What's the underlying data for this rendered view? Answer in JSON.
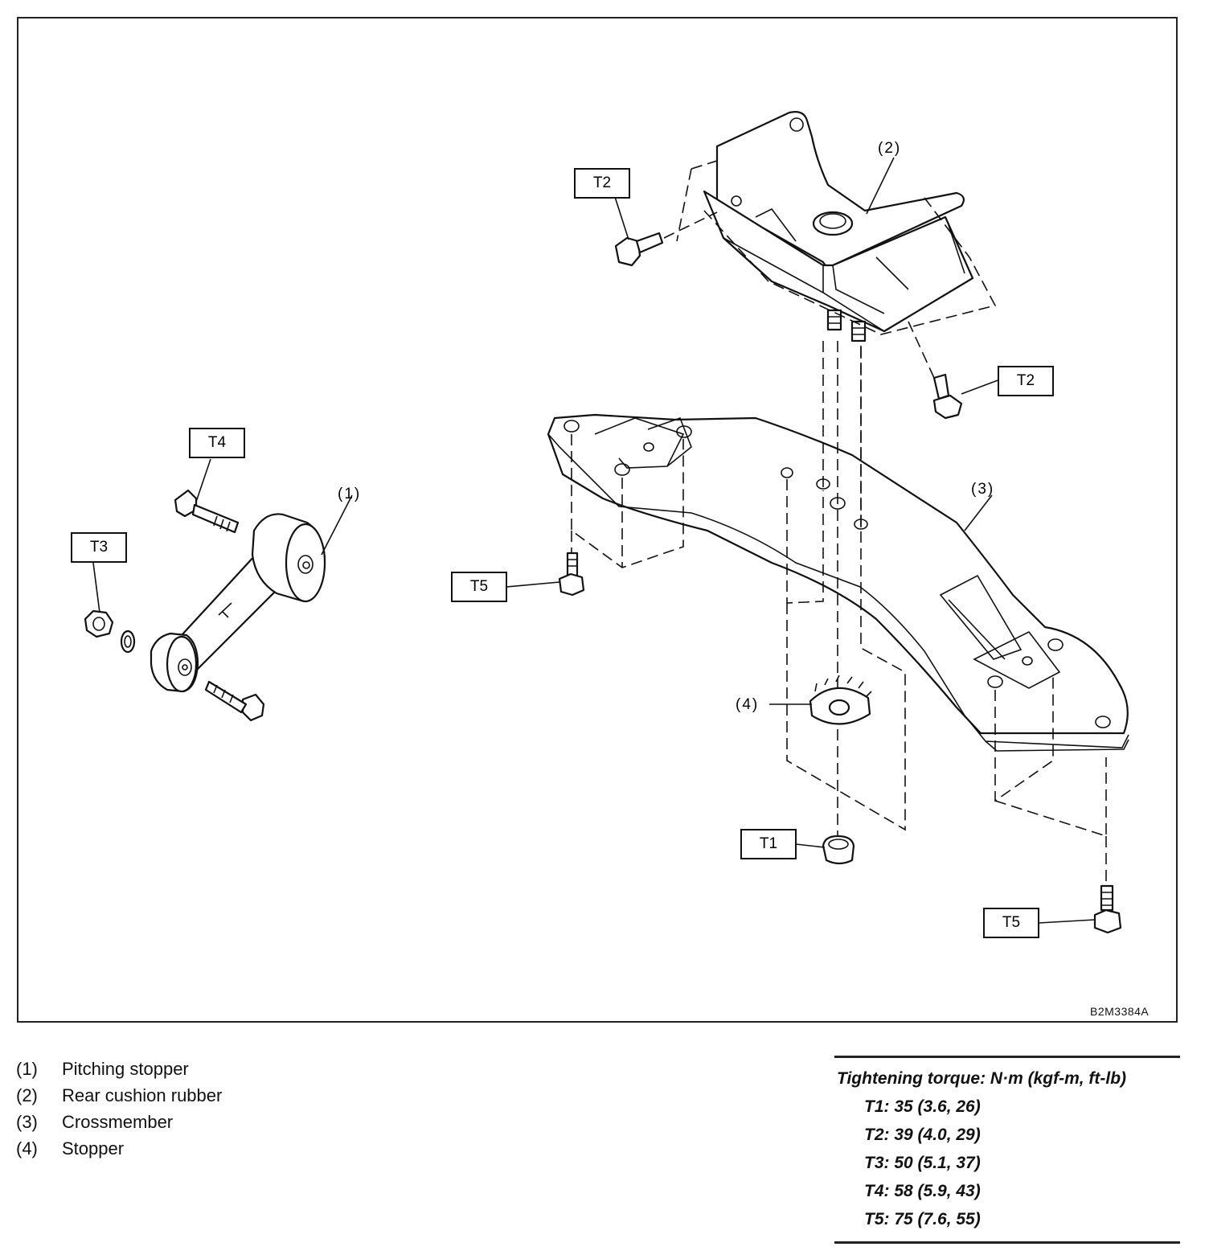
{
  "figure_code": "B2M3384A",
  "callouts": {
    "pitching_stopper": "(1)",
    "rear_cushion_rubber": "(2)",
    "crossmember": "(3)",
    "stopper": "(4)"
  },
  "torque_tags": {
    "t1": "T1",
    "t2_upper": "T2",
    "t2_lower": "T2",
    "t3": "T3",
    "t4": "T4",
    "t5_left": "T5",
    "t5_right": "T5"
  },
  "legend": [
    {
      "num": "(1)",
      "label": "Pitching stopper"
    },
    {
      "num": "(2)",
      "label": "Rear cushion rubber"
    },
    {
      "num": "(3)",
      "label": "Crossmember"
    },
    {
      "num": "(4)",
      "label": "Stopper"
    }
  ],
  "torque_table": {
    "title": "Tightening torque: N·m (kgf-m, ft-lb)",
    "rows": [
      "T1: 35 (3.6, 26)",
      "T2: 39 (4.0, 29)",
      "T3: 50 (5.1, 37)",
      "T4: 58 (5.9, 43)",
      "T5: 75 (7.6, 55)"
    ]
  }
}
